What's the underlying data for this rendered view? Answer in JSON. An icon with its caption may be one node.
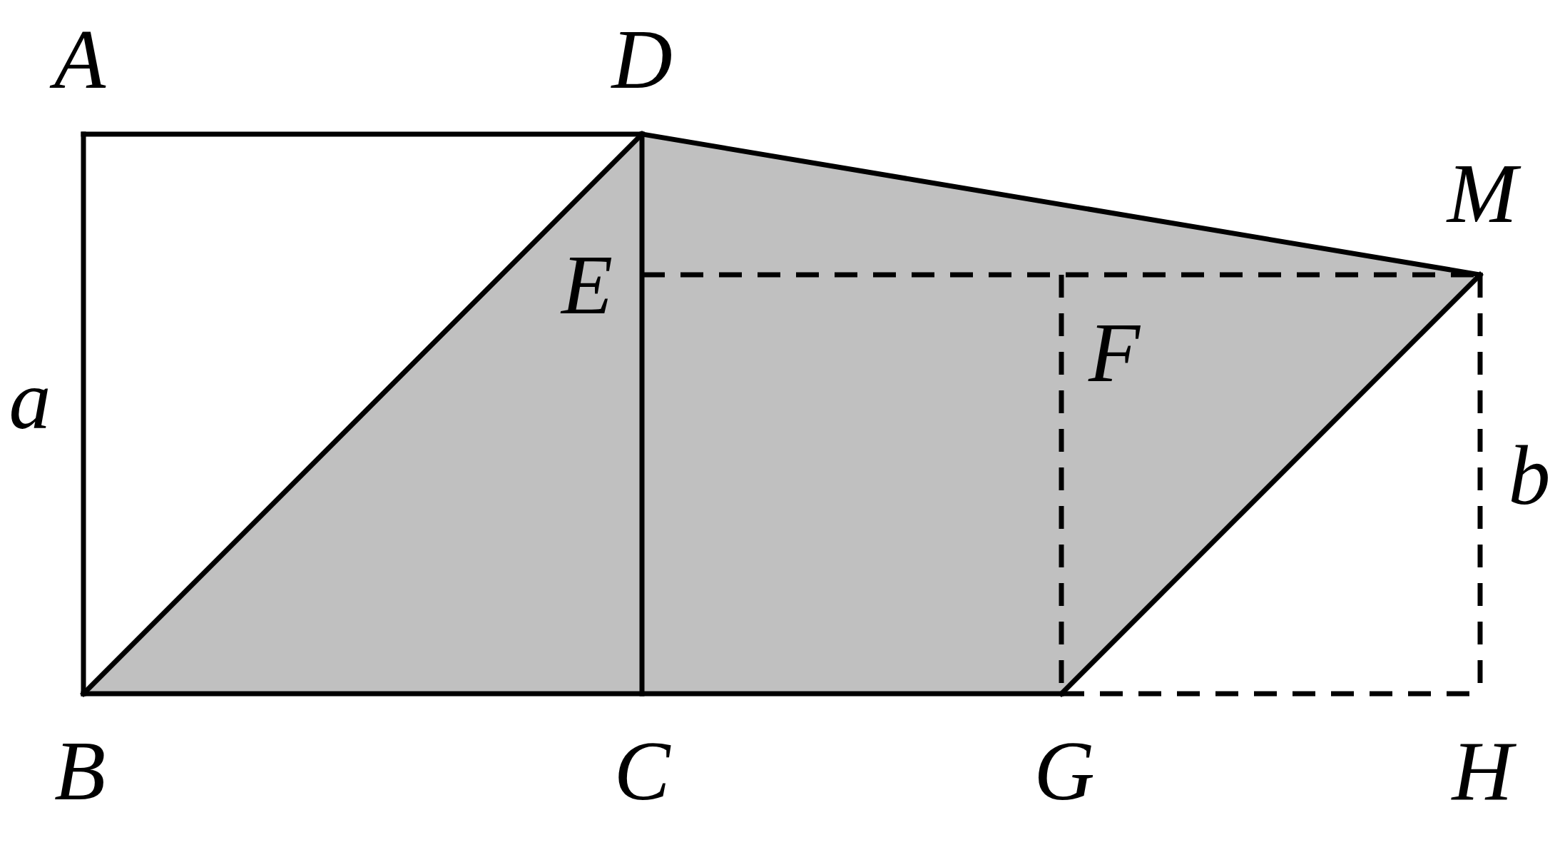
{
  "diagram": {
    "labels": [
      "A",
      "D",
      "M",
      "E",
      "F",
      "a",
      "b",
      "B",
      "C",
      "G",
      "H"
    ]
  }
}
